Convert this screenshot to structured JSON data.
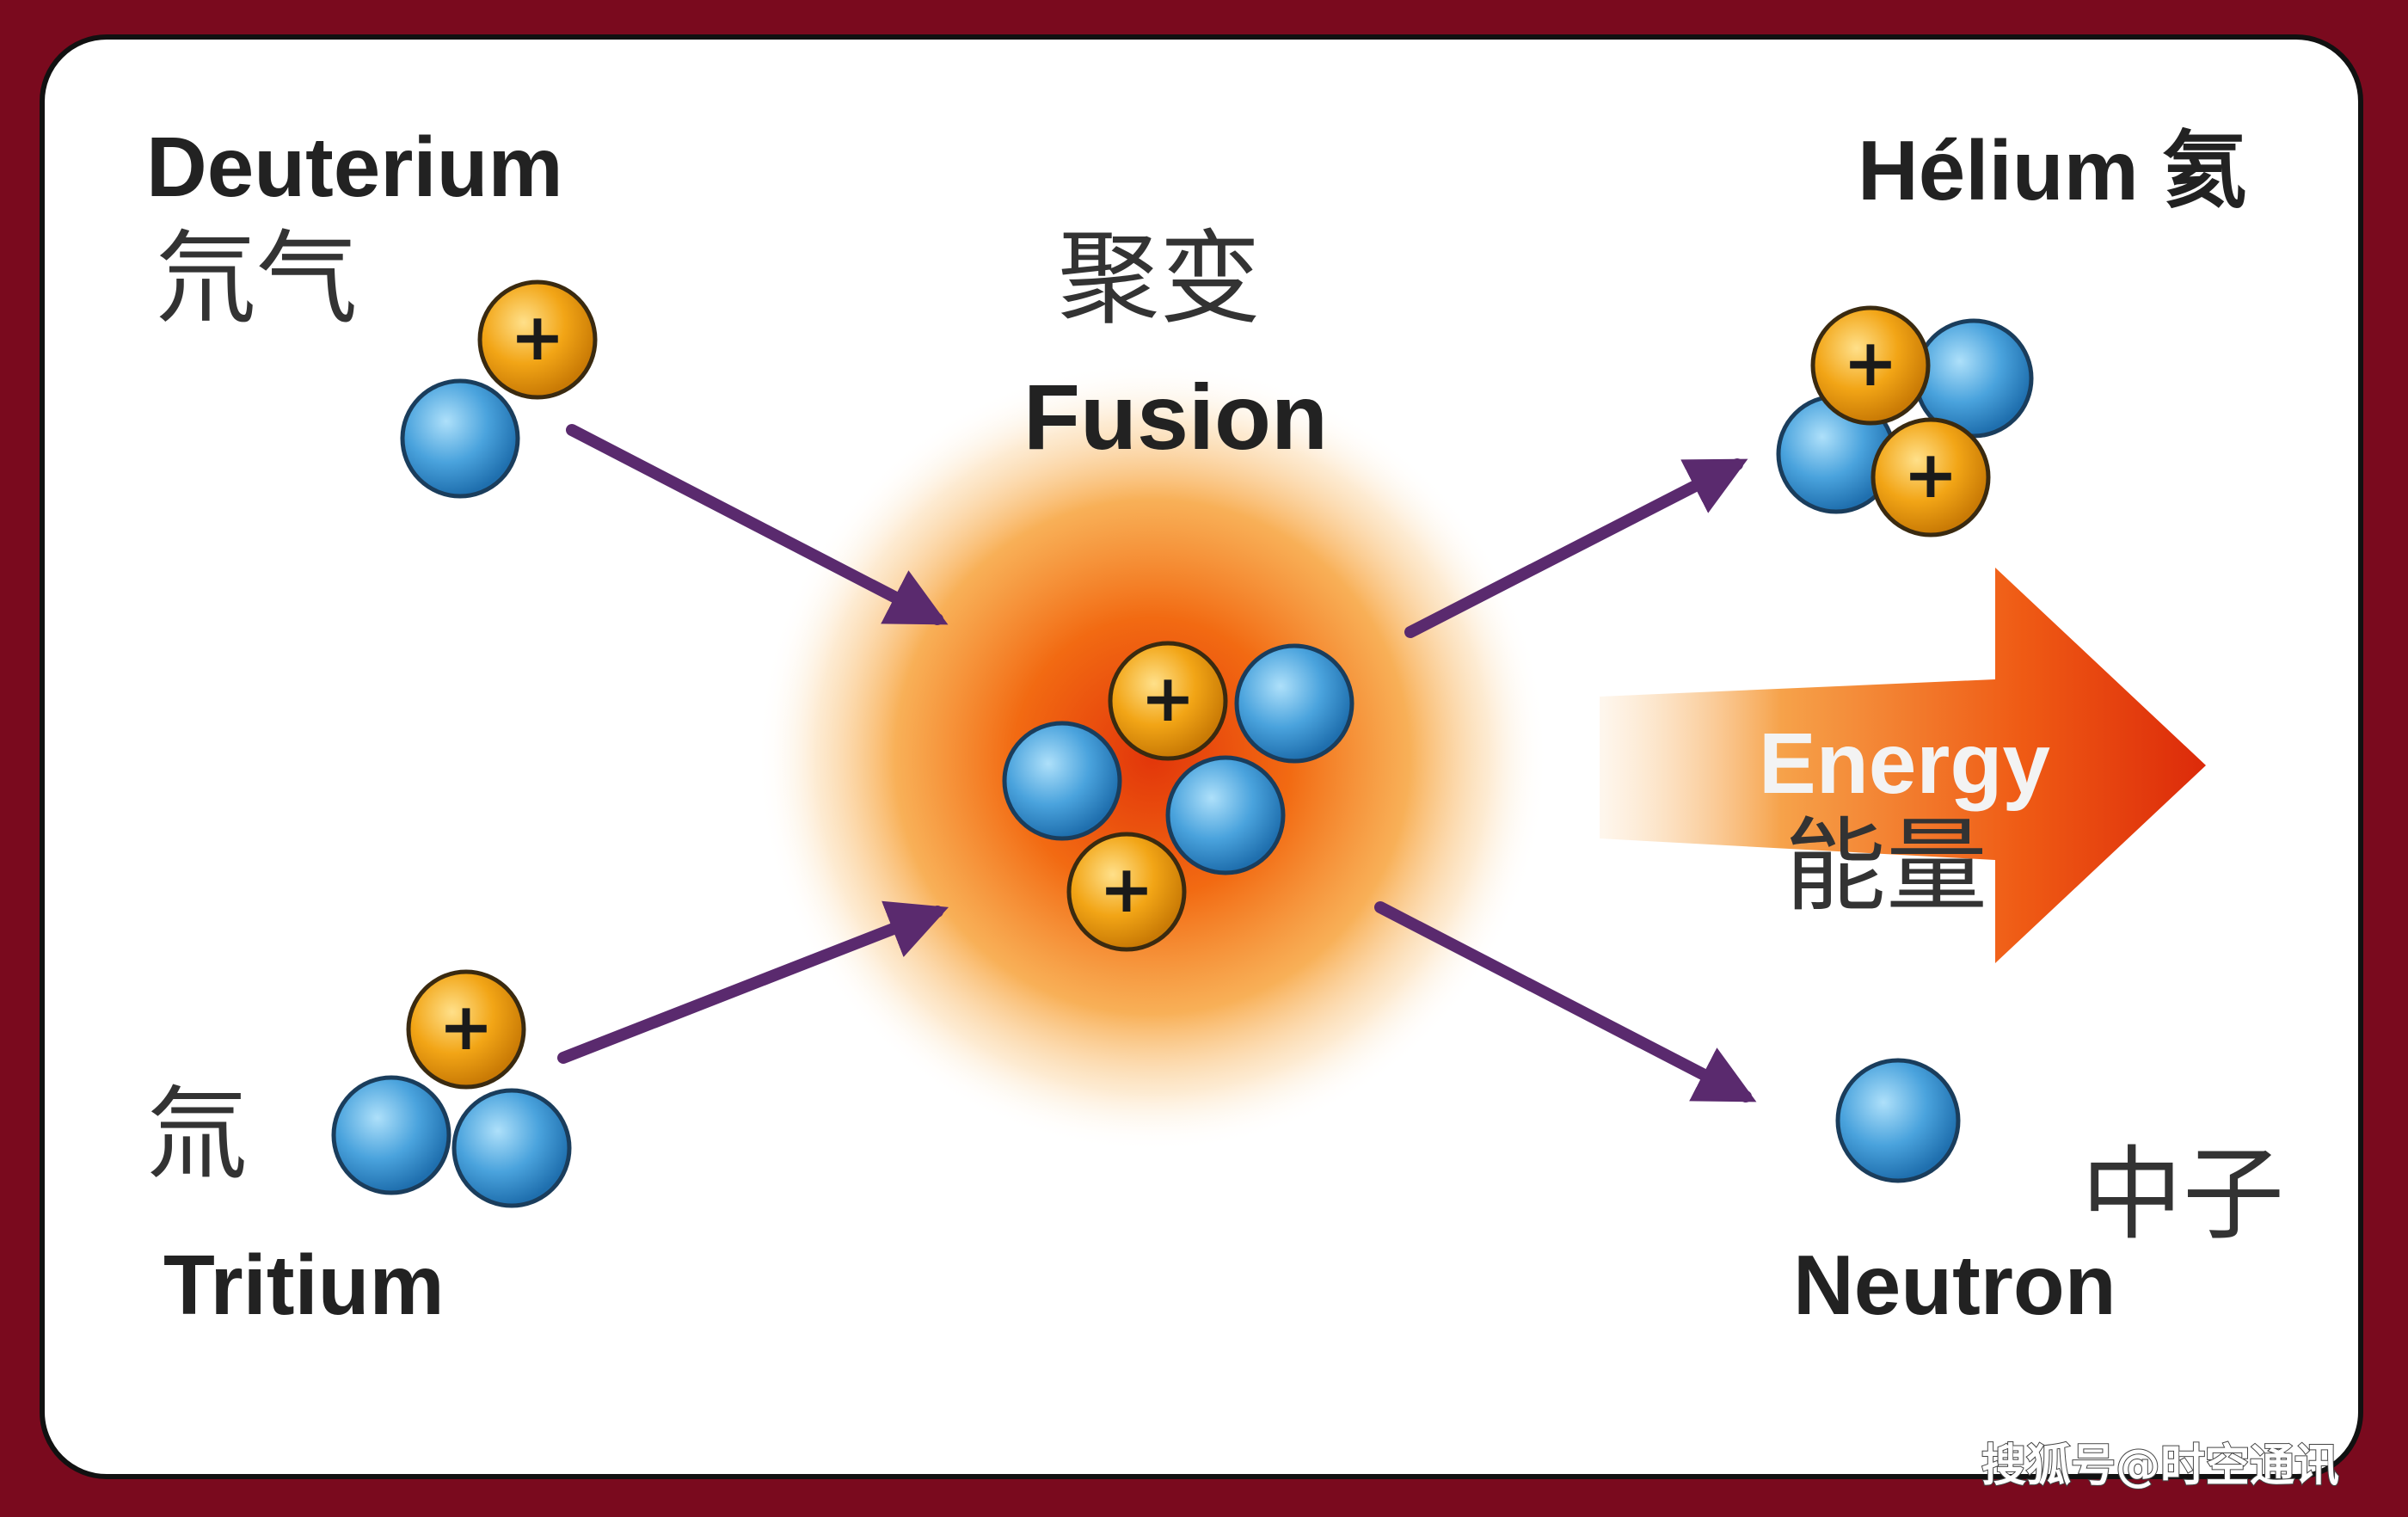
{
  "labels": {
    "deuterium_en": "Deuterium",
    "deuterium_zh": "氘气",
    "tritium_zh": "氚",
    "tritium_en": "Tritium",
    "fusion_zh": "聚变",
    "fusion_en": "Fusion",
    "helium": "Hélium 氦",
    "energy_en": "Energy",
    "energy_zh": "能量",
    "neutron_zh": "中子",
    "neutron_en": "Neutron",
    "proton_sign": "+"
  },
  "watermark": "搜狐号@时空通讯",
  "colors": {
    "frame": "#7a0a1e",
    "neutron": "#4aa3dd",
    "proton": "#f2a516",
    "arrow": "#5a2a6e",
    "energy_arrow": "#e8420f",
    "glow": "#f47a14"
  },
  "icons": {
    "proton": "proton-icon",
    "neutron": "neutron-icon"
  }
}
